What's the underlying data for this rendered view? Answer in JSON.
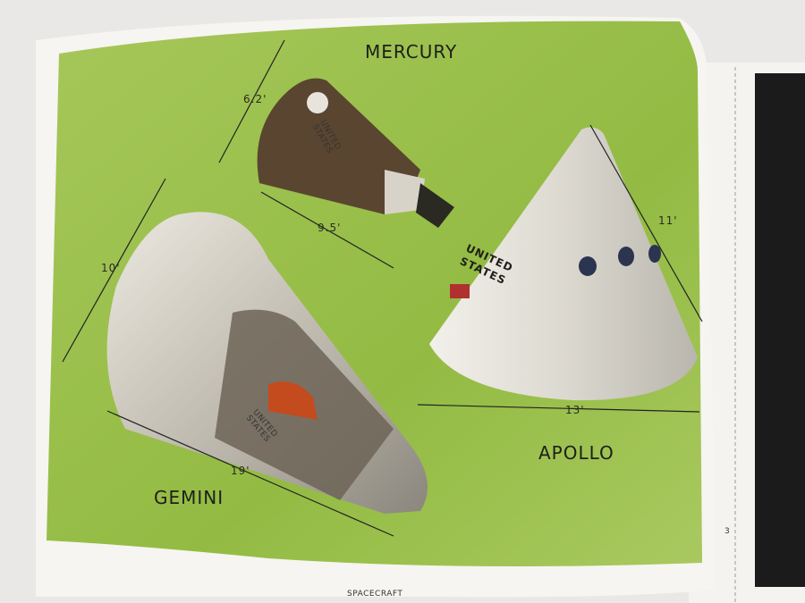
{
  "page": {
    "footer": "SPACECRAFT",
    "page_number": "3",
    "background_color": "#9cc14a"
  },
  "spacecraft": {
    "mercury": {
      "name": "MERCURY",
      "height": "6.2'",
      "length": "9.5'",
      "marking": "UNITED STATES"
    },
    "gemini": {
      "name": "GEMINI",
      "height": "10'",
      "length": "19'",
      "marking": "UNITED STATES"
    },
    "apollo": {
      "name": "APOLLO",
      "height": "11'",
      "diameter": "13'",
      "marking": "UNITED STATES"
    }
  }
}
